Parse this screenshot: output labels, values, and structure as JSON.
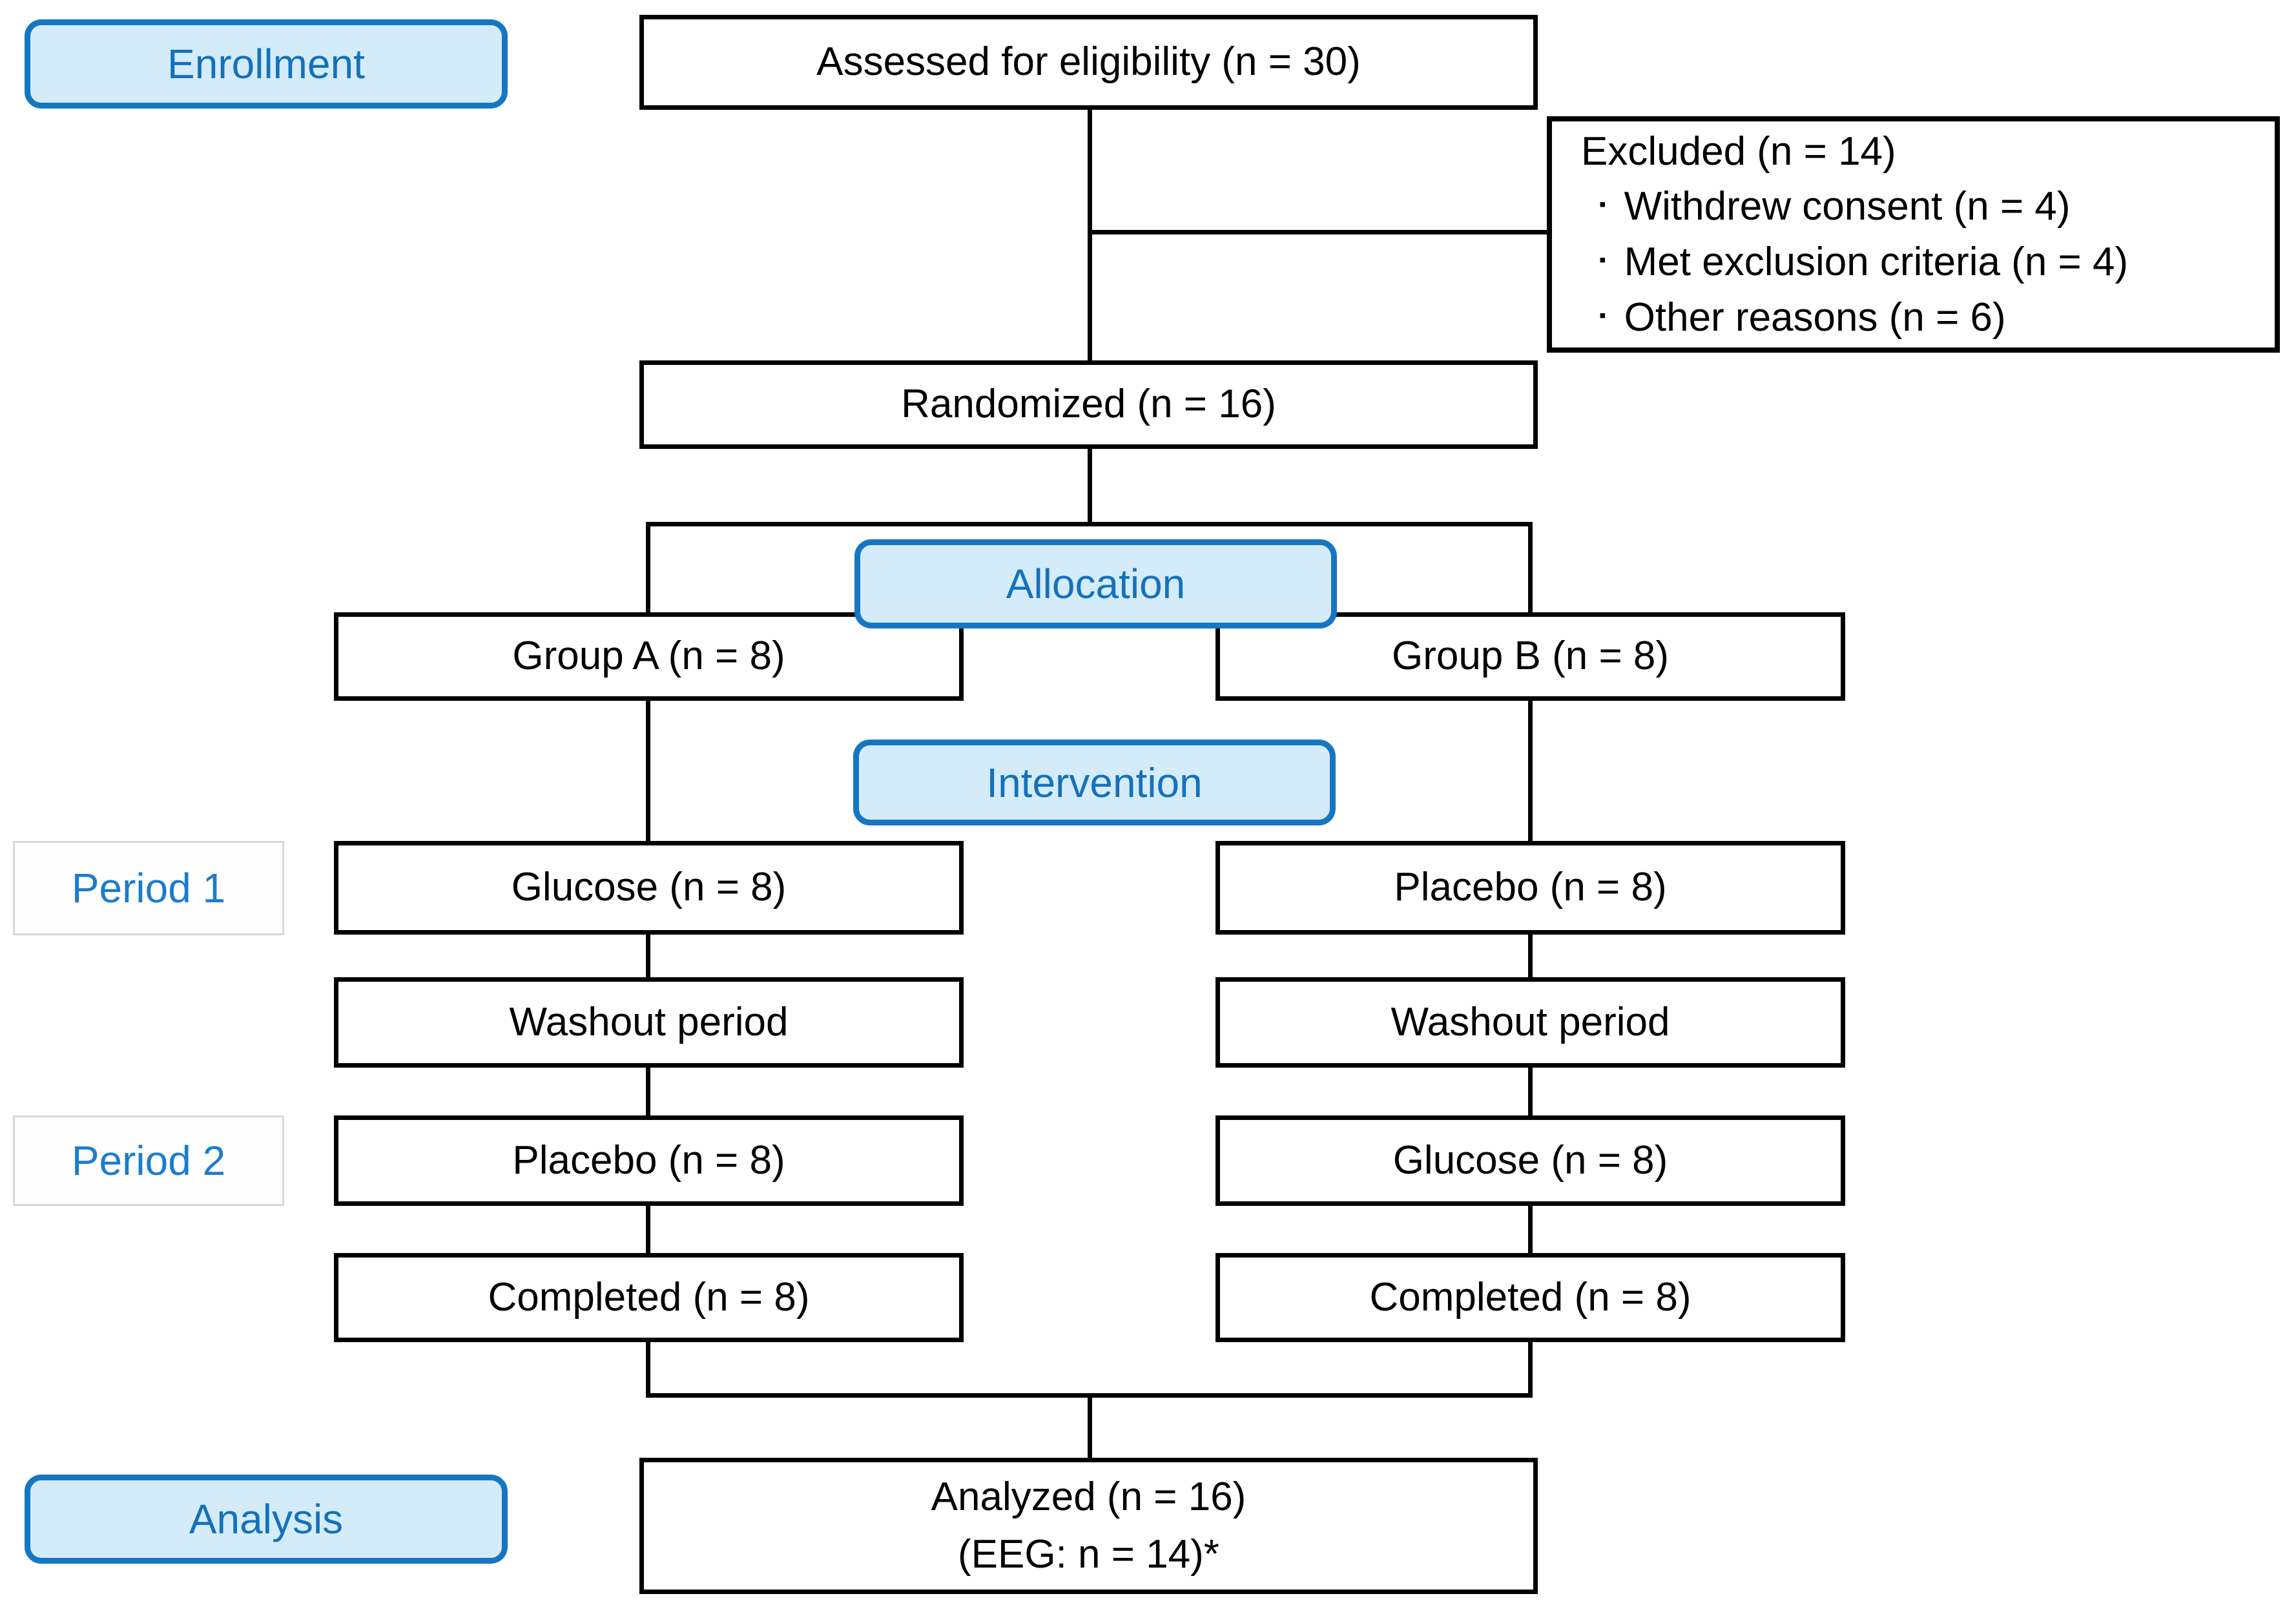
{
  "diagram": {
    "type": "consort-flow",
    "background": "#ffffff"
  },
  "colors": {
    "line_black": "#000000",
    "badge_fill": "#d4ebf9",
    "badge_border": "#1577c2",
    "badge_text": "#1471bb",
    "period_text": "#1b7ccd",
    "period_border": "#d9d9d9"
  },
  "badges": {
    "enrollment": "Enrollment",
    "allocation": "Allocation",
    "intervention": "Intervention",
    "analysis": "Analysis"
  },
  "periods": {
    "period1": "Period 1",
    "period2": "Period 2"
  },
  "boxes": {
    "assessed": "Assessed for eligibility (n = 30)",
    "excluded_title": "Excluded (n = 14)",
    "excluded_bullet": "▪",
    "excluded_items": [
      "Withdrew consent (n = 4)",
      "Met exclusion criteria (n = 4)",
      "Other reasons (n = 6)"
    ],
    "randomized": "Randomized (n = 16)",
    "group_a": "Group A (n = 8)",
    "group_b": "Group B (n = 8)",
    "period1_left": "Glucose (n = 8)",
    "period1_right": "Placebo (n = 8)",
    "washout_left": "Washout period",
    "washout_right": "Washout period",
    "period2_left": "Placebo (n = 8)",
    "period2_right": "Glucose (n = 8)",
    "completed_left": "Completed (n = 8)",
    "completed_right": "Completed (n = 8)",
    "analyzed_line1": "Analyzed (n = 16)",
    "analyzed_line2": "(EEG: n = 14)*"
  }
}
